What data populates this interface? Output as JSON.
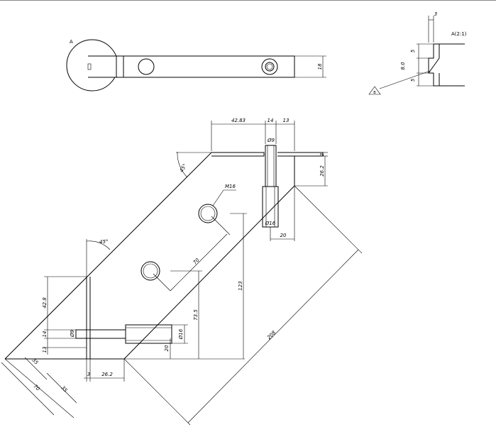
{
  "views": {
    "detail_label": "A",
    "detail_scale": "A(2:1)",
    "section_label": "B"
  },
  "dims": {
    "top_height": "18",
    "det_width": "3",
    "det_upper": "5",
    "det_mid": "8.0",
    "det_lower": "5",
    "d42": "42.83",
    "d14a": "14",
    "d13a": "13",
    "dia9_top": "Ø9",
    "d3_top": "3",
    "d262_top": "26.2",
    "m16": "M16",
    "ang45_top": "45°",
    "dia16_top": "Ø16",
    "d20_top": "20",
    "ang45_left": "45°",
    "d70_mid": "70",
    "d123": "123",
    "d735": "73.5",
    "d428": "42.8",
    "d14b": "14",
    "dia9_left": "Ø9",
    "dia16_left": "Ø16",
    "d20_left": "20",
    "d13b": "13",
    "d208": "208",
    "d35a": "35",
    "d35b": "35",
    "d70_bottom": "70",
    "d3_bottom": "3",
    "d262_bottom": "26.2"
  }
}
